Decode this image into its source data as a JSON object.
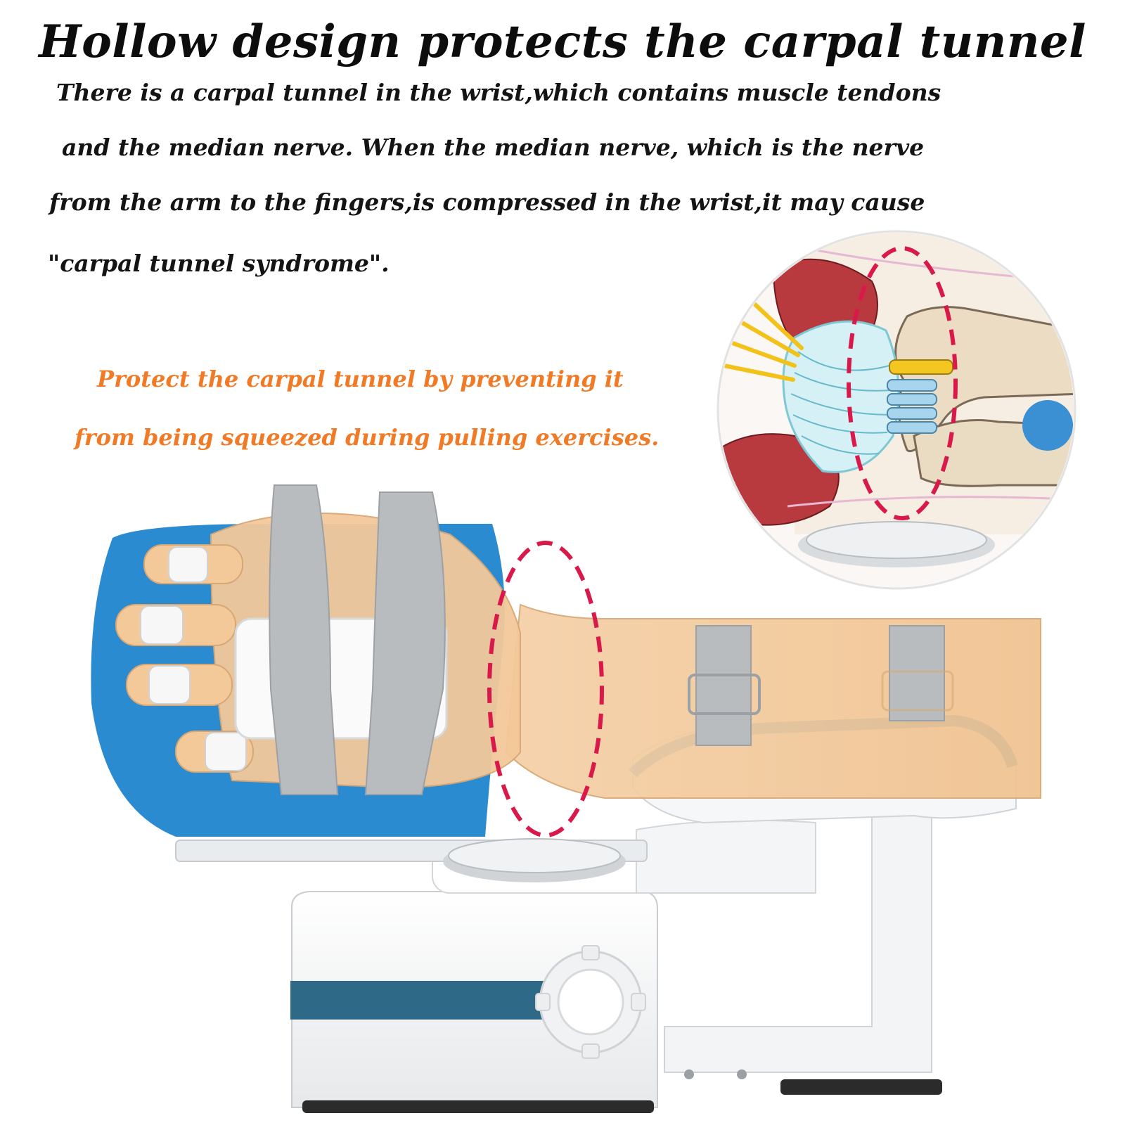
{
  "headline": "Hollow design protects the carpal tunnel",
  "intro": [
    "There is a carpal tunnel in the wrist,which contains muscle tendons",
    "and the median nerve. When the median nerve, which is the nerve",
    "from the arm to the fingers,is compressed in the wrist,it may cause",
    "\"carpal tunnel syndrome\"."
  ],
  "note": [
    "Protect the carpal tunnel by preventing it",
    "from being squeezed during pulling exercises."
  ],
  "colors": {
    "headline": "#0d0d0d",
    "note": "#f07a25",
    "highlight": "#d8194a",
    "splint": "#2a8bd0",
    "skin": "#f3c99a"
  }
}
